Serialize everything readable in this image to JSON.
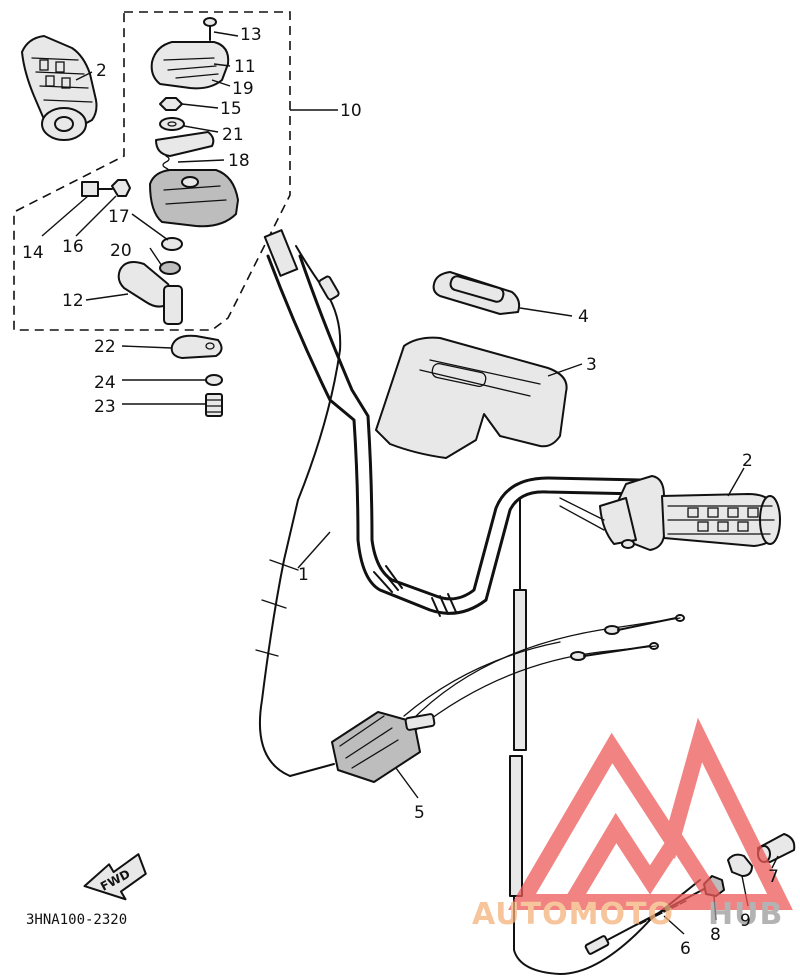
{
  "diagram": {
    "code": "3HNA100-2320",
    "direction_marker": "FWD",
    "watermark": {
      "text_left": "AUTOMOTO",
      "text_right": "HUB",
      "color_left": "#f3b27a",
      "color_right": "#9a9a9a",
      "logo_color": "#ee5a5a"
    },
    "callouts": [
      "1",
      "2",
      "2",
      "3",
      "4",
      "5",
      "6",
      "7",
      "8",
      "9",
      "10",
      "11",
      "12",
      "13",
      "14",
      "15",
      "16",
      "17",
      "18",
      "19",
      "20",
      "21",
      "22",
      "23",
      "24"
    ]
  }
}
